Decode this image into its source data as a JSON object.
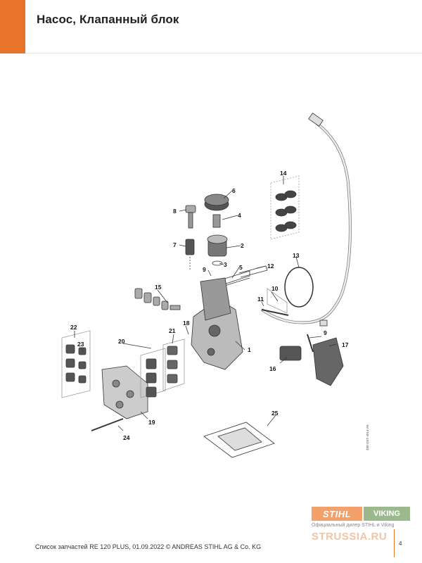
{
  "header": {
    "title": "Насос, Клапанный блок",
    "accent_color": "#e8732a"
  },
  "callouts": [
    "1",
    "2",
    "3",
    "4",
    "5",
    "6",
    "7",
    "8",
    "9",
    "9",
    "10",
    "11",
    "12",
    "13",
    "14",
    "15",
    "16",
    "17",
    "18",
    "19",
    "20",
    "21",
    "22",
    "23",
    "24",
    "25"
  ],
  "side_code": "480-GET-4014-A0",
  "footer": {
    "text": "Список запчастей RE 120 PLUS, 01.09.2022 © ANDREAS STIHL AG & Co. KG",
    "page": "4"
  },
  "dealer": {
    "stihl": "STIHL",
    "viking": "VIKING",
    "text": "Официальный дилер STIHL и Viking",
    "site": "STRUSSIA.RU"
  }
}
